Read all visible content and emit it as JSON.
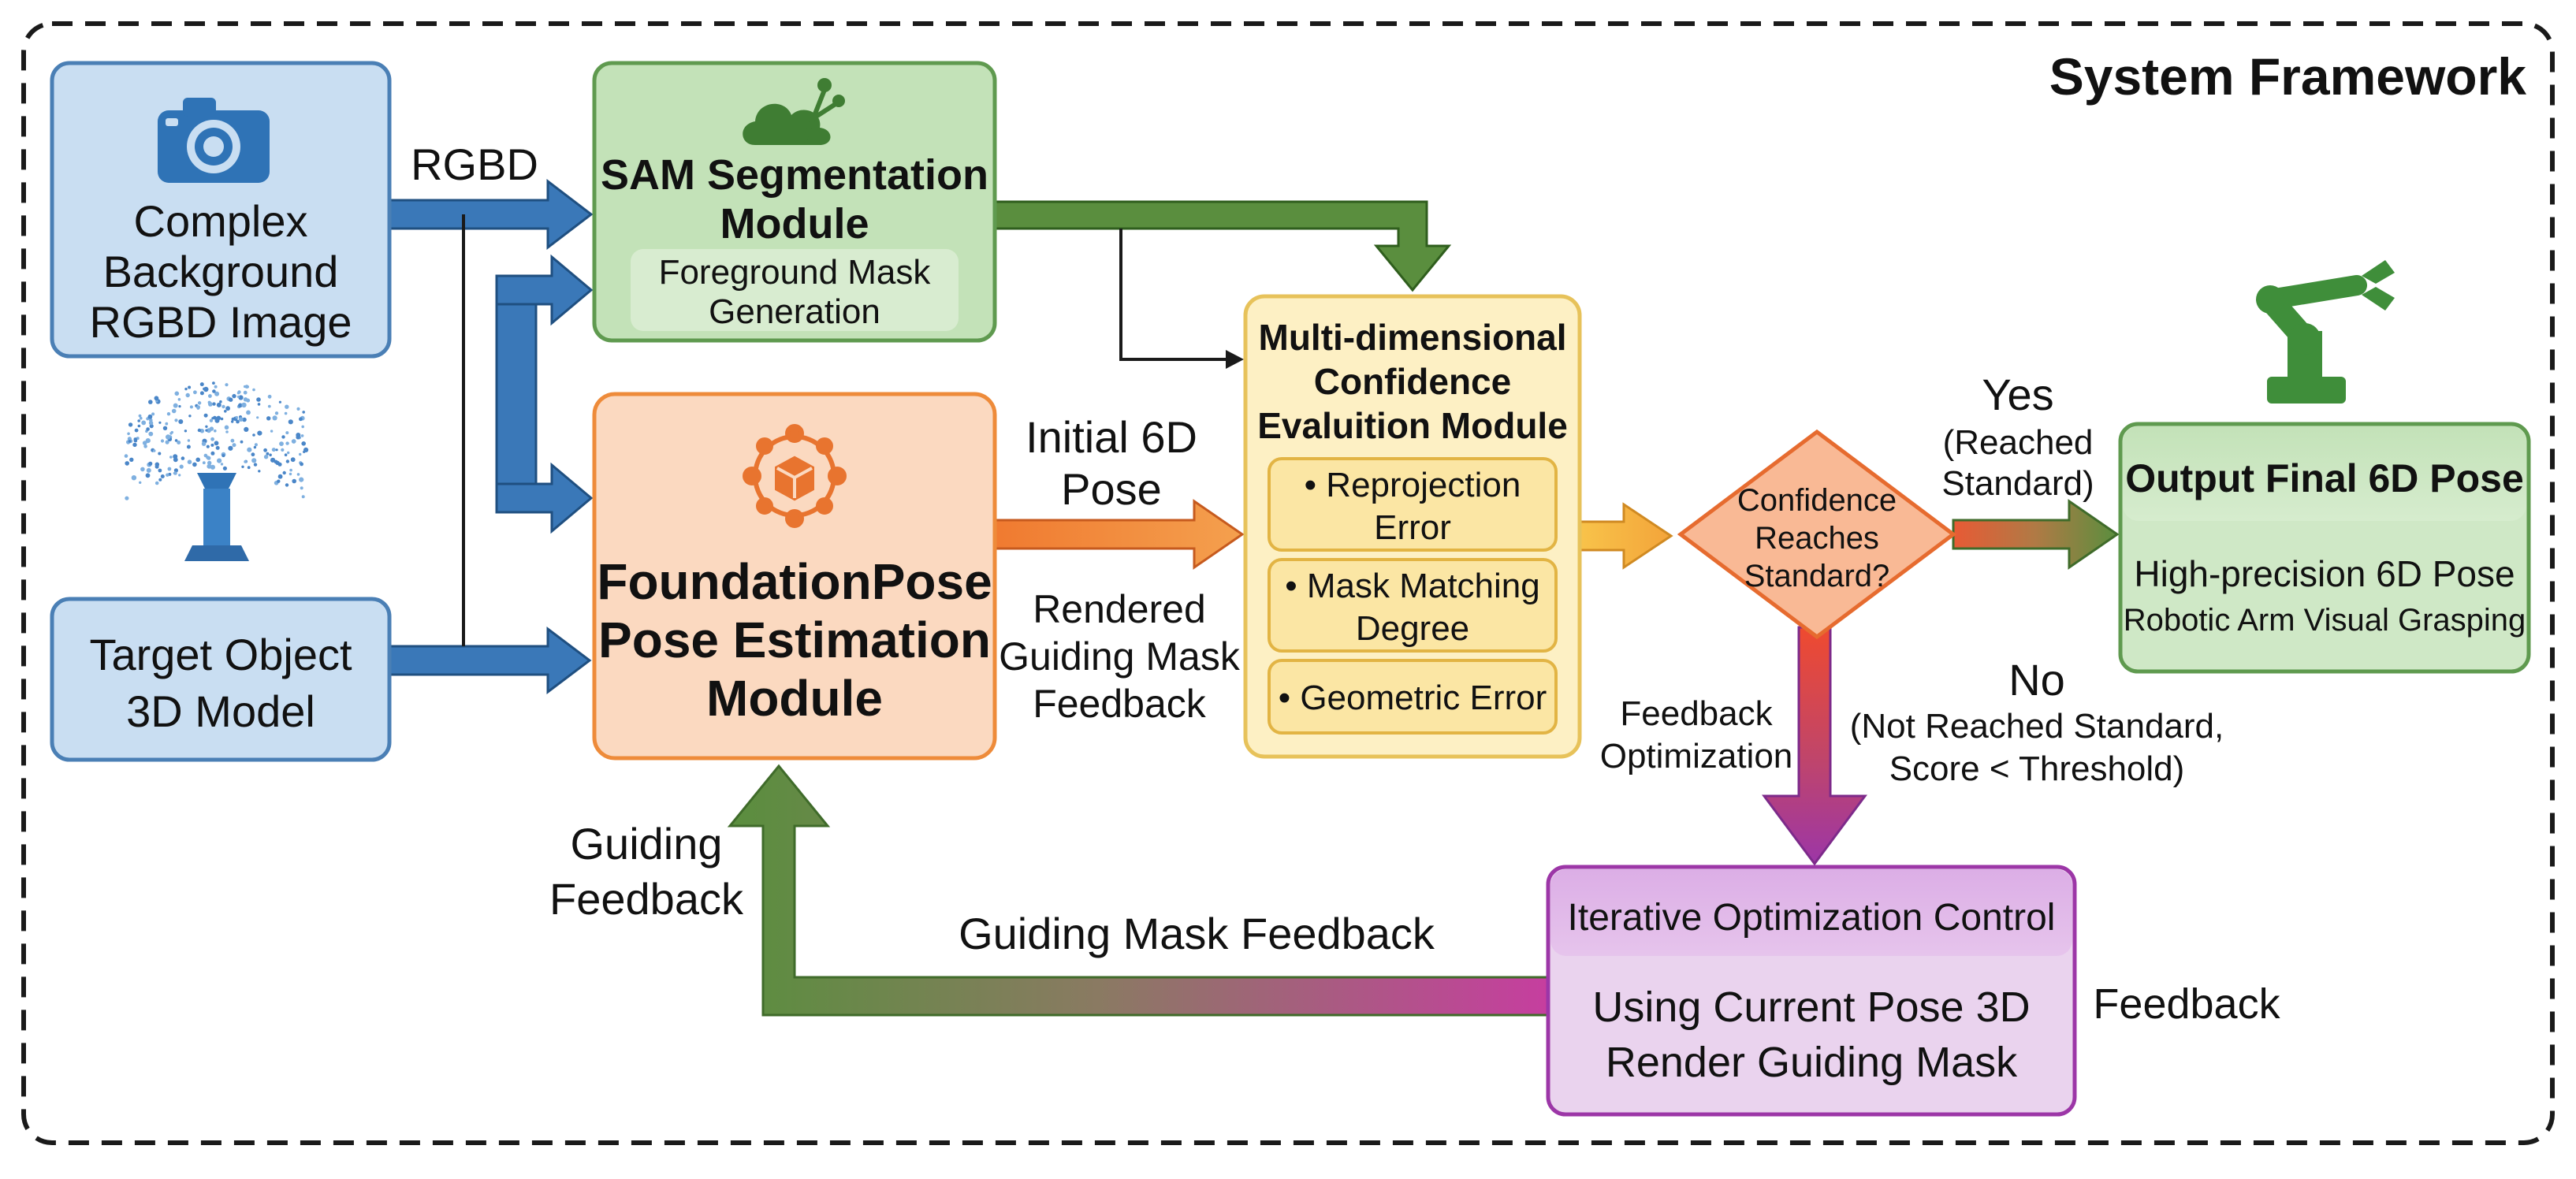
{
  "title": "System Framework",
  "inputs": {
    "rgbd_image": {
      "line1": "Complex",
      "line2": "Background",
      "line3": "RGBD Image"
    },
    "model": {
      "line1": "Target Object",
      "line2": "3D Model"
    }
  },
  "sam": {
    "title1": "SAM Segmentation",
    "title2": "Module",
    "sub1": "Foreground Mask",
    "sub2": "Generation"
  },
  "foundation": {
    "line1": "FoundationPose",
    "line2": "Pose Estimation",
    "line3": "Module"
  },
  "confidence_module": {
    "title1": "Multi-dimensional",
    "title2": "Confidence",
    "title3": "Evaluition Module",
    "items": [
      {
        "line1": "• Reprojection",
        "line2": "Error"
      },
      {
        "line1": "• Mask Matching",
        "line2": "Degree"
      },
      {
        "line1": "• Geometric Error"
      }
    ]
  },
  "decision": {
    "line1": "Confidence",
    "line2": "Reaches",
    "line3": "Standard?"
  },
  "output": {
    "title": "Output Final 6D Pose",
    "sub1": "High-precision 6D Pose",
    "sub2": "Robotic Arm Visual Grasping"
  },
  "iterative": {
    "title": "Iterative Optimization Control",
    "sub1": "Using Current Pose 3D",
    "sub2": "Render Guiding Mask"
  },
  "labels": {
    "rgbd": "RGBD",
    "initial_pose1": "Initial 6D",
    "initial_pose2": "Pose",
    "rendered1": "Rendered",
    "rendered2": "Guiding Mask",
    "rendered3": "Feedback",
    "yes": "Yes",
    "yes_sub1": "(Reached",
    "yes_sub2": "Standard)",
    "no": "No",
    "no_sub1": "(Not Reached Standard,",
    "no_sub2": "Score < Threshold)",
    "feedback_opt1": "Feedback",
    "feedback_opt2": "Optimization",
    "guiding_feedback1": "Guiding",
    "guiding_feedback2": "Feedback",
    "guiding_mask_feedback": "Guiding Mask Feedback",
    "feedback": "Feedback"
  },
  "colors": {
    "blue_fill": "#c9def2",
    "blue_stroke": "#4a7fb5",
    "blue_arrow": "#3a78b8",
    "green_fill": "#c3e2b8",
    "green_stroke": "#5f9a4f",
    "green_arrow": "#5a8e3e",
    "orange_fill": "#fbd9c0",
    "orange_stroke": "#ee8b3a",
    "yellow_fill": "#fdf0c4",
    "yellow_stroke": "#e7c25a",
    "diamond_fill": "#f9b995",
    "diamond_stroke": "#e66b2f",
    "purple_fill": "#ead3ee",
    "purple_stroke": "#9c36a7"
  },
  "icons": [
    "camera-icon",
    "point-cloud-icon",
    "cloud-branch-icon",
    "network-cube-icon",
    "robotic-arm-icon"
  ]
}
